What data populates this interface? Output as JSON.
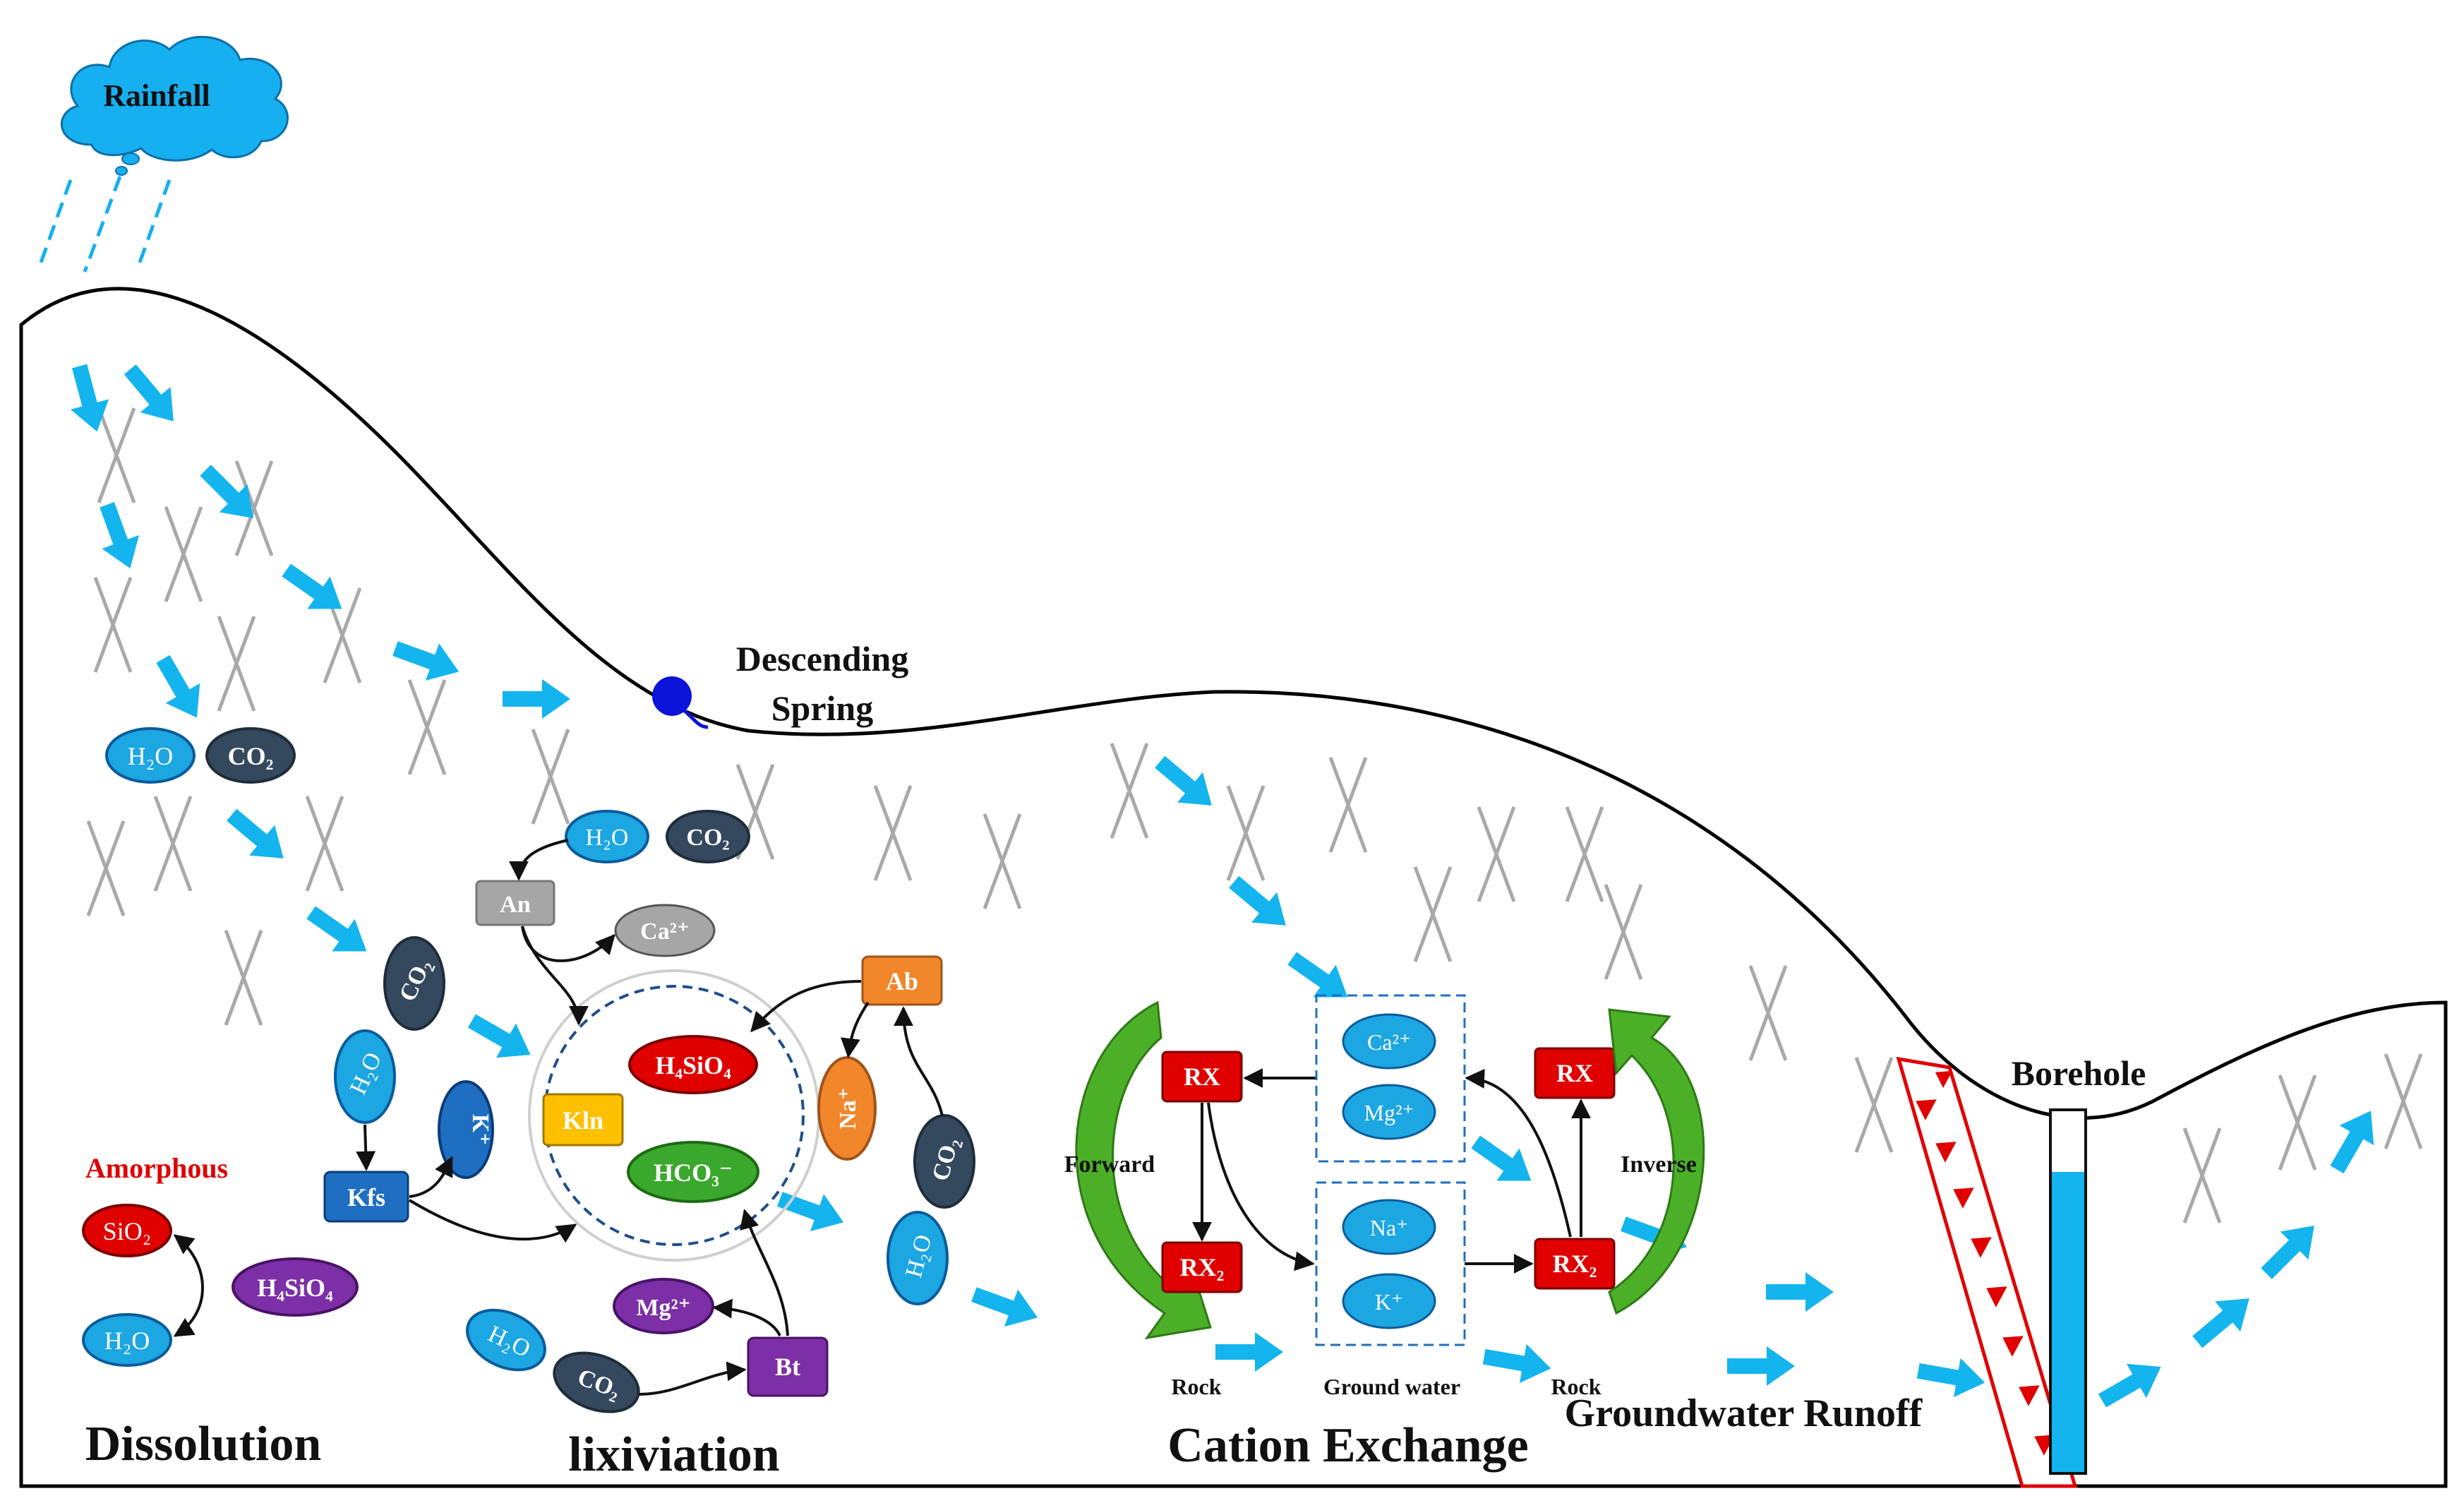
{
  "colors": {
    "water": "#14b4ee",
    "ion_blue": "#1ca6e2",
    "navy": "#34495e",
    "red": "#e00000",
    "green": "#4caf28",
    "purple": "#7c2fa6",
    "orange": "#f2862b",
    "yellow": "#ffc000",
    "gray_box": "#a6a6a6",
    "dark_blue": "#1e6fc2",
    "rock_x": "#a9a9a9"
  },
  "cloud": {
    "label": "Rainfall"
  },
  "spring": {
    "line1": "Descending",
    "line2": "Spring"
  },
  "borehole": {
    "label": "Borehole"
  },
  "sections": {
    "dissolution": "Dissolution",
    "lixiviation": "lixiviation",
    "cation_exchange": "Cation Exchange",
    "runoff": "Groundwater Runoff"
  },
  "dissolution": {
    "h2o": "H₂O",
    "co2": "CO₂",
    "amorphous": "Amorphous",
    "sio2": "SiO₂",
    "h4sio4": "H₄SiO₄",
    "h2o_bottom": "H₂O"
  },
  "lixiviation": {
    "h2o_top": "H₂O",
    "co2_top": "CO₂",
    "an": "An",
    "ca": "Ca²⁺",
    "co2_left": "CO₂",
    "h2o_left": "H₂O",
    "k": "K⁺",
    "kfs": "Kfs",
    "h4sio4": "H₄SiO₄",
    "kln": "Kln",
    "hco3": "HCO₃⁻",
    "ab": "Ab",
    "na": "Na⁺",
    "co2_right": "CO₂",
    "h2o_right": "H₂O",
    "mg": "Mg²⁺",
    "h2o_bottom": "H₂O",
    "co2_bottom": "CO₂",
    "bt": "Bt"
  },
  "exchange": {
    "rx_left_top": "RX",
    "rx2_left": "RX₂",
    "forward": "Forward",
    "ca": "Ca²⁺",
    "mg": "Mg²⁺",
    "na": "Na⁺",
    "k": "K⁺",
    "rx_right_top": "RX",
    "rx2_right": "RX₂",
    "inverse": "Inverse",
    "rock_left": "Rock",
    "ground_water": "Ground water",
    "rock_right": "Rock"
  }
}
